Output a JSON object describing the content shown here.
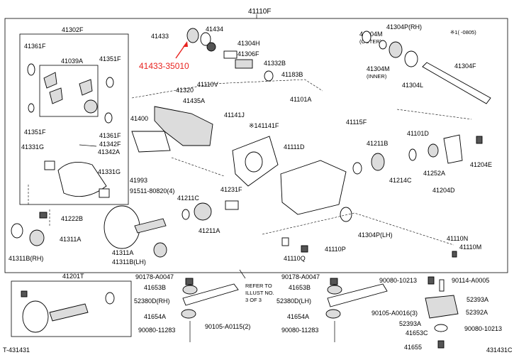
{
  "diagram": {
    "title": "41110F",
    "footer_left": "T-431431",
    "footer_right": "431431C",
    "note": "※1(   -0805)",
    "highlight_label": "41433-35010",
    "refer_lines": [
      "REFER TO",
      "ILLUST NO.",
      "3 OF 3"
    ]
  },
  "labels": {
    "l41302F": "41302F",
    "l41361F": "41361F",
    "l41039A": "41039A",
    "l41351F": "41351F",
    "l41351F_b": "41351F",
    "l41361F_b": "41361F",
    "l41342F": "41342F",
    "l41331G": "41331G",
    "l41342A": "41342A",
    "l41331G_b": "41331G",
    "l41222B": "41222B",
    "l41311A": "41311A",
    "l41311B_RH": "41311B(RH)",
    "l41433": "41433",
    "l41434": "41434",
    "l41304H": "41304H",
    "l41306F": "41306F",
    "l41332B": "41332B",
    "l41183B": "41183B",
    "l41304M_out": "41304M",
    "l_outer": "(OUTER)",
    "l41304P_RH": "41304P(RH)",
    "l41304M_in": "41304M",
    "l_inner": "(INNER)",
    "l41304L": "41304L",
    "l41304F": "41304F",
    "l41320": "41320",
    "l41110V": "41110V",
    "l41435A": "41435A",
    "l41400": "41400",
    "l41141J": "41141J",
    "l41141F": "※141141F",
    "l41101A": "41101A",
    "l41115F": "41115F",
    "l41111D": "41111D",
    "l41211B": "41211B",
    "l41101D": "41101D",
    "l41204E": "41204E",
    "l41993": "41993",
    "l91511": "91511-80820(4)",
    "l41211C": "41211C",
    "l41231F": "41231F",
    "l41214C": "41214C",
    "l41252A": "41252A",
    "l41204D": "41204D",
    "l41211A": "41211A",
    "l41304P_LH": "41304P(LH)",
    "l41311A_b": "41311A",
    "l41311B_LH": "41311B(LH)",
    "l41110N": "41110N",
    "l41110M": "41110M",
    "l41110Q": "41110Q",
    "l41110P": "41110P",
    "l41201T": "41201T",
    "l90178_a": "90178-A0047",
    "l41653B_a": "41653B",
    "l52380D_RH": "52380D(RH)",
    "l41654A_a": "41654A",
    "l90080_a": "90080-11283",
    "l90105_a": "90105-A0115(2)",
    "l90178_b": "90178-A0047",
    "l41653B_b": "41653B",
    "l52380D_LH": "52380D(LH)",
    "l41654A_b": "41654A",
    "l90080_b": "90080-11283",
    "l90105_b": "90105-A0016(3)",
    "l90080_c": "90080-10213",
    "l90114": "90114-A0005",
    "l52393A": "52393A",
    "l52392A": "52392A",
    "l52393A_b": "52393A",
    "l41653C": "41653C",
    "l90080_d": "90080-10213",
    "l41655": "41655"
  }
}
